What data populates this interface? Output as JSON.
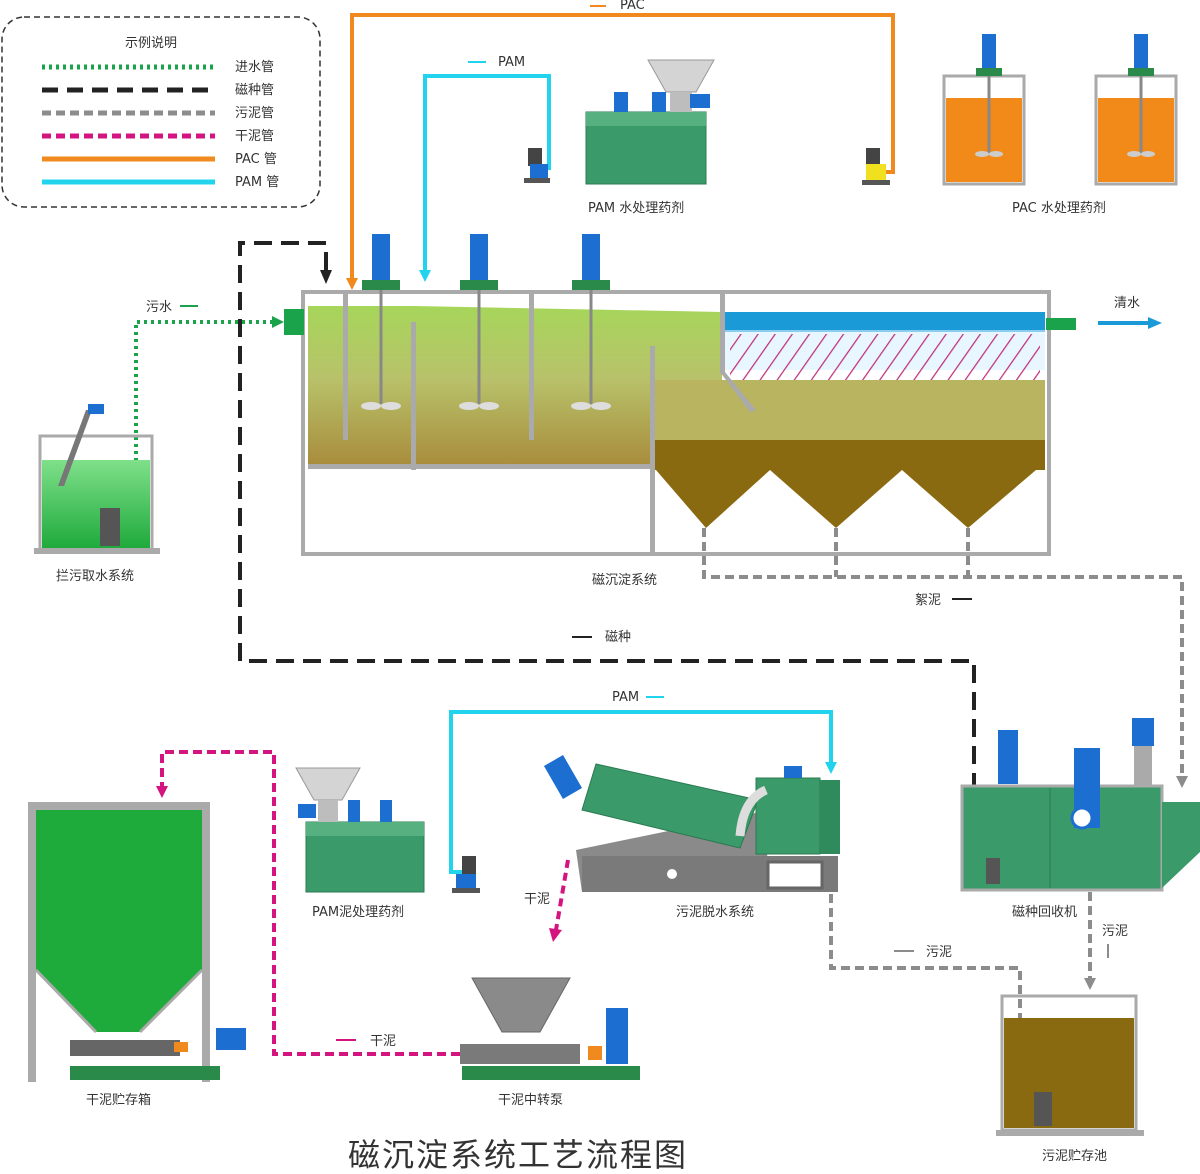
{
  "title": "磁沉淀系统工艺流程图",
  "legend": {
    "heading": "示例说明",
    "items": [
      {
        "label": "进水管",
        "color": "#1aa34a"
      },
      {
        "label": "磁种管",
        "color": "#222222"
      },
      {
        "label": "污泥管",
        "color": "#8c8c8c"
      },
      {
        "label": "干泥管",
        "color": "#d4147f"
      },
      {
        "label": "PAC 管",
        "color": "#f08a1e"
      },
      {
        "label": "PAM 管",
        "color": "#22d3ee"
      }
    ]
  },
  "flow_labels": {
    "pac": "PAC",
    "pam_top": "PAM",
    "sewage_in": "污水",
    "clear_water": "清水",
    "floc": "絮泥",
    "magnetic_seed": "磁种",
    "pam_bottom": "PAM",
    "dry_mud_mid": "干泥",
    "dry_mud_bottom": "干泥",
    "sludge_right": "污泥",
    "sludge_bottom": "污泥"
  },
  "units": {
    "pam_water": "PAM 水处理药剂",
    "pac_water": "PAC 水处理药剂",
    "intake": "拦污取水系统",
    "mag_sed": "磁沉淀系统",
    "pam_mud": "PAM泥处理药剂",
    "dewater": "污泥脱水系统",
    "mag_recovery": "磁种回收机",
    "dry_storage": "干泥贮存箱",
    "transfer_pump": "干泥中转泵",
    "sludge_pool": "污泥贮存池"
  },
  "colors": {
    "inlet": "#1aa34a",
    "seed": "#222222",
    "sludge": "#8c8c8c",
    "dry": "#d4147f",
    "pac": "#f08a1e",
    "pam": "#22d3ee",
    "equipment_green": "#3a9a6a",
    "motor_blue": "#1c6fd1",
    "pac_liquid": "#f28a1a",
    "sludge_brown": "#8a6a10"
  }
}
